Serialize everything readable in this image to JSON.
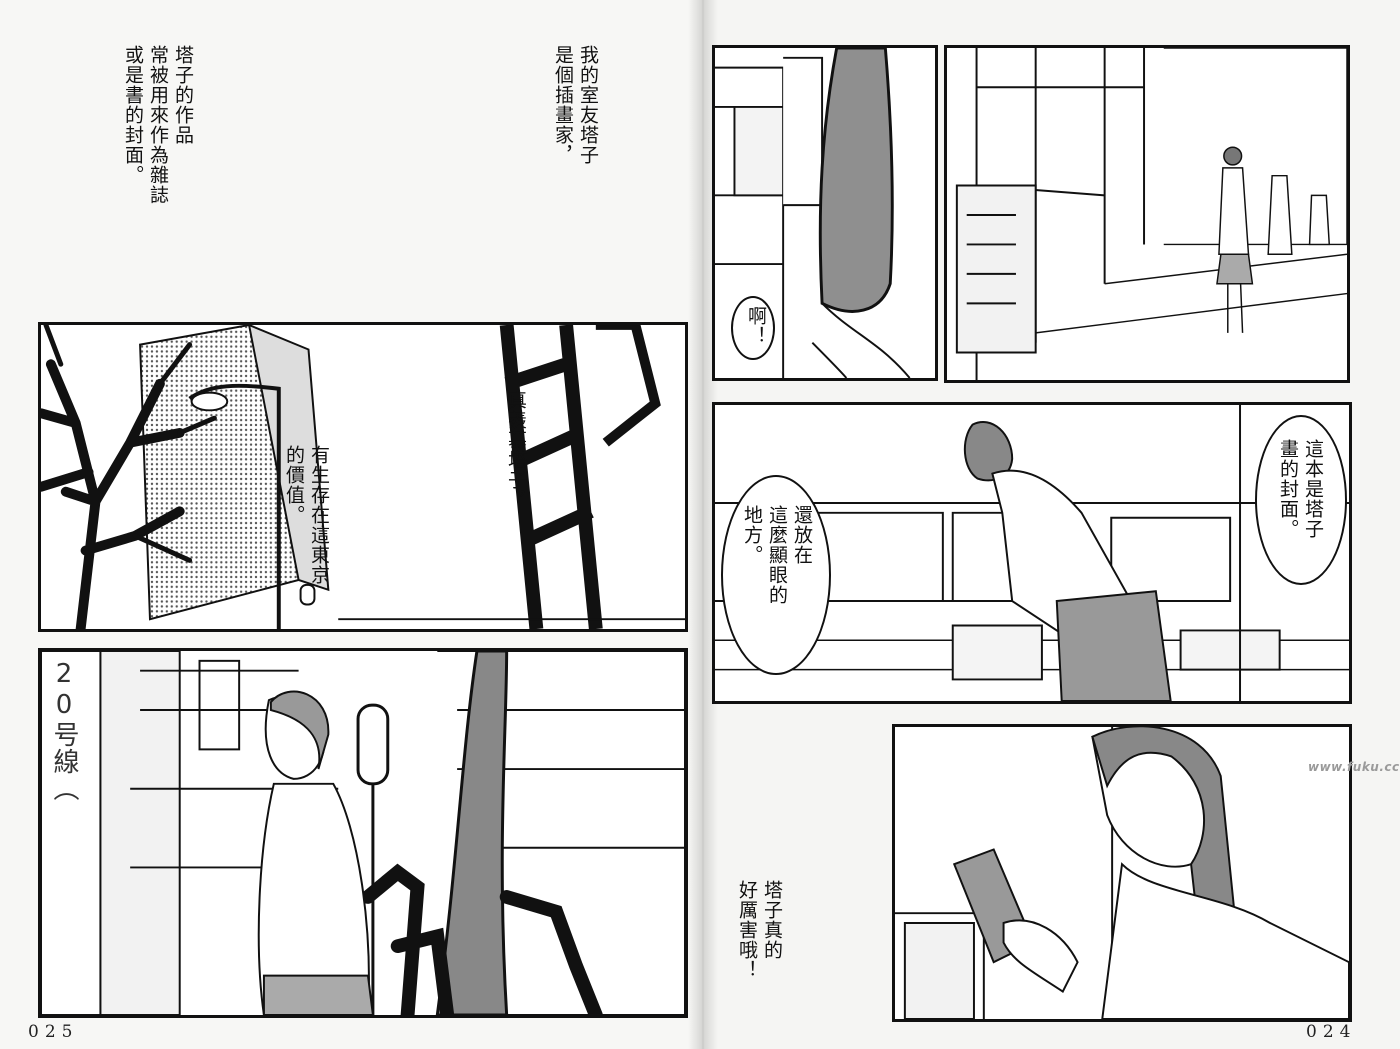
{
  "left_page": {
    "caption_1": "塔子的作品\n常被用來作為雜誌\n或是書的封面。",
    "caption_2": "我的室友塔子\n是個插畫家，",
    "caption_3": "真羨慕塔子，",
    "caption_4": "有生存在這東京\n的價值。",
    "sign_text": "20号線（",
    "page_number": "025"
  },
  "right_page": {
    "exclaim": "啊！",
    "bubble_1": "這本是塔子\n畫的封面。",
    "bubble_2": "還放在\n這麼顯眼的\n地方。",
    "caption": "塔子真的\n好厲害哦！",
    "page_number": "024",
    "watermark": "www.fuku.cc"
  },
  "colors": {
    "ink": "#111111",
    "paper": "#f7f7f5",
    "tone": "#9a9a9a"
  }
}
